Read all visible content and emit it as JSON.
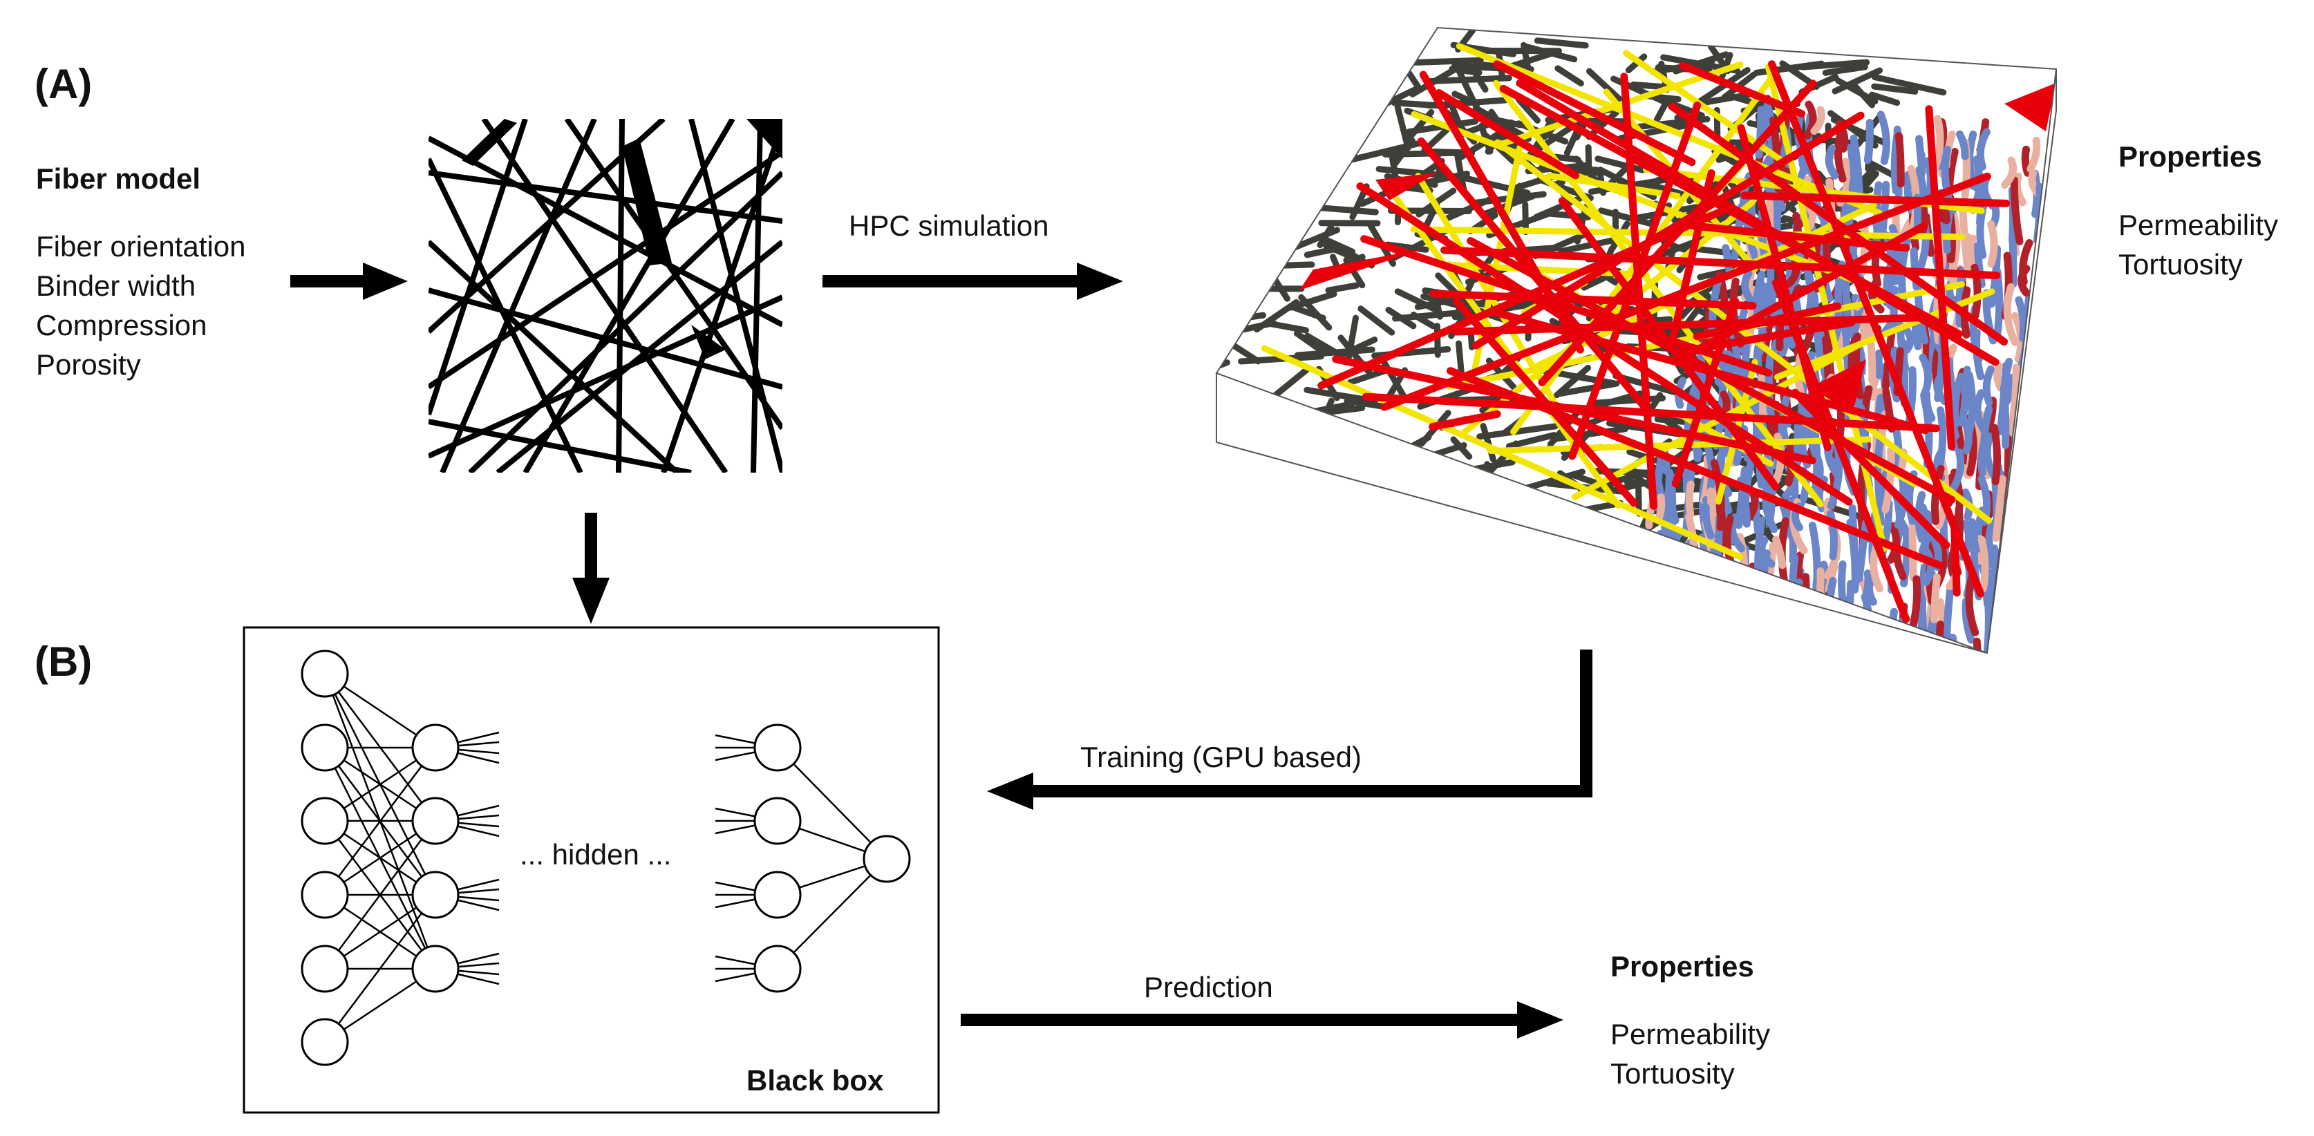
{
  "panels": {
    "a": "(A)",
    "b": "(B)"
  },
  "fiber_model": {
    "title": "Fiber model",
    "params": [
      "Fiber orientation",
      "Binder width",
      "Compression",
      "Porosity"
    ]
  },
  "simulation": {
    "label": "HPC simulation"
  },
  "properties_top": {
    "title": "Properties",
    "items": [
      "Permeability",
      "Tortuosity"
    ]
  },
  "training": {
    "label": "Training (GPU based)"
  },
  "network": {
    "hidden_label": "... hidden ...",
    "box_label": "Black box"
  },
  "prediction": {
    "label": "Prediction"
  },
  "properties_bottom": {
    "title": "Properties",
    "items": [
      "Permeability",
      "Tortuosity"
    ]
  },
  "colors": {
    "ink": "#000000",
    "fiber_red": "#e8000b",
    "fiber_yellow": "#f2e600",
    "fiber_dark": "#3f3f3a",
    "flow_blue": "#6a86c8",
    "flow_red": "#b2202a"
  }
}
